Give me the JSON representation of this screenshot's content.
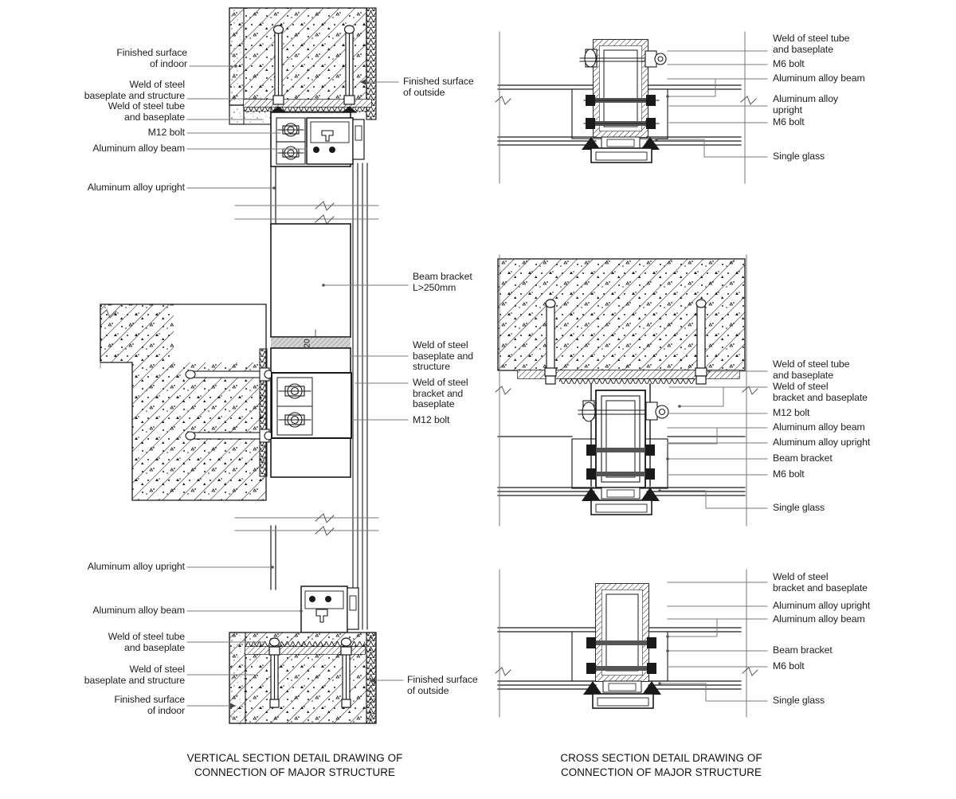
{
  "drawing": {
    "title_vertical": "VERTICAL SECTION DETAIL DRAWING OF\nCONNECTION OF MAJOR STRUCTURE",
    "title_cross": "CROSS SECTION DETAIL DRAWING OF\nCONNECTION OF MAJOR STRUCTURE",
    "colors": {
      "line": "#1a1a1a",
      "leader": "#6b6b6b",
      "hatch": "#1a1a1a",
      "fill_light": "#ffffff",
      "fill_gray": "#d9d9d9",
      "background": "#ffffff"
    }
  },
  "vertical_section": {
    "top_detail": {
      "labels_left": [
        "Finished surface\nof indoor",
        "Weld of steel\nbaseplate and structure",
        "Weld of steel tube\nand baseplate",
        "M12 bolt",
        "Aluminum alloy beam",
        "Aluminum alloy upright"
      ],
      "labels_right": [
        "Finished surface\nof outside"
      ]
    },
    "middle_detail": {
      "dimension": "20",
      "labels_right": [
        "Beam bracket\nL>250mm",
        "Weld of steel\nbaseplate and\nstructure",
        "Weld of steel\nbracket and\nbaseplate",
        "M12 bolt"
      ]
    },
    "bottom_detail": {
      "labels_left": [
        "Aluminum alloy upright",
        "Aluminum alloy beam",
        "Weld of steel tube\nand baseplate",
        "Weld of steel\nbaseplate and structure",
        "Finished surface\nof indoor"
      ],
      "labels_right": [
        "Finished surface\nof outside"
      ]
    }
  },
  "cross_section": {
    "top_detail": {
      "labels_right": [
        "Weld of steel tube\nand baseplate",
        "M6 bolt",
        "Aluminum alloy beam",
        "Aluminum alloy\nupright",
        "M6 bolt",
        "Single glass"
      ]
    },
    "middle_detail": {
      "labels_right": [
        "Weld of steel tube\nand baseplate",
        "Weld of steel\nbracket and baseplate",
        "M12 bolt",
        "Aluminum alloy beam",
        "Aluminum alloy upright",
        "Beam bracket",
        "M6 bolt",
        "Single glass"
      ]
    },
    "bottom_detail": {
      "labels_right": [
        "Weld of steel\nbracket and baseplate",
        "Aluminum alloy upright",
        "Aluminum alloy beam",
        "Beam bracket",
        "M6 bolt",
        "Single glass"
      ]
    }
  }
}
